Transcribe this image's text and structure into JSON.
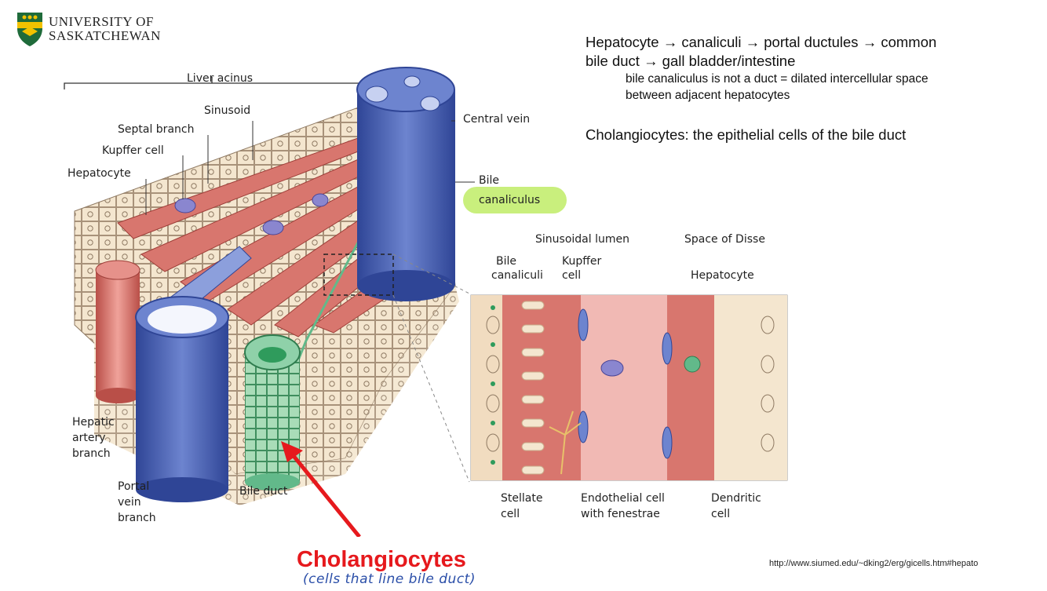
{
  "header": {
    "logo_line1": "UNIVERSITY OF",
    "logo_line2": "SASKATCHEWAN"
  },
  "notes": {
    "line1": "Hepatocyte → canaliculi → portal ductules → common",
    "line2": "bile duct → gall bladder/intestine",
    "sub1": "bile canaliculus is not a duct = dilated intercellular space",
    "sub2": "between adjacent hepatocytes",
    "cholangiocytes": "Cholangiocytes: the epithelial cells of the bile duct"
  },
  "diagram_labels": {
    "liver_acinus": "Liver acinus",
    "sinusoid": "Sinusoid",
    "septal_branch": "Septal branch",
    "kupffer_cell": "Kupffer cell",
    "hepatocyte": "Hepatocyte",
    "central_vein": "Central vein",
    "bile": "Bile",
    "canaliculus": "canaliculus",
    "hepatic": "Hepatic",
    "artery": "artery",
    "branch": "branch",
    "portal": "Portal",
    "vein": "vein",
    "branch2": "branch",
    "bile_duct": "Bile duct"
  },
  "inset_labels": {
    "sinusoidal_lumen": "Sinusoidal lumen",
    "space_of_disse": "Space of Disse",
    "bile": "Bile",
    "canaliculi": "canaliculi",
    "kupffer": "Kupffer",
    "cell": "cell",
    "hepatocyte": "Hepatocyte",
    "stellate": "Stellate",
    "stellate_cell": "cell",
    "endothelial": "Endothelial cell",
    "fenestrae": "with fenestrae",
    "dendritic": "Dendritic",
    "dendritic_cell": "cell"
  },
  "annotation": {
    "title": "Cholangiocytes",
    "handwritten": "(cells that line bile duct)"
  },
  "source_url": "http://www.siumed.edu/~dking2/erg/gicells.htm#hepato",
  "colors": {
    "annotation_red": "#e6191d",
    "highlight": "#c9ef7d",
    "vein_blue": "#4a63b3",
    "artery_red": "#d8766e",
    "duct_green": "#62b98a"
  }
}
